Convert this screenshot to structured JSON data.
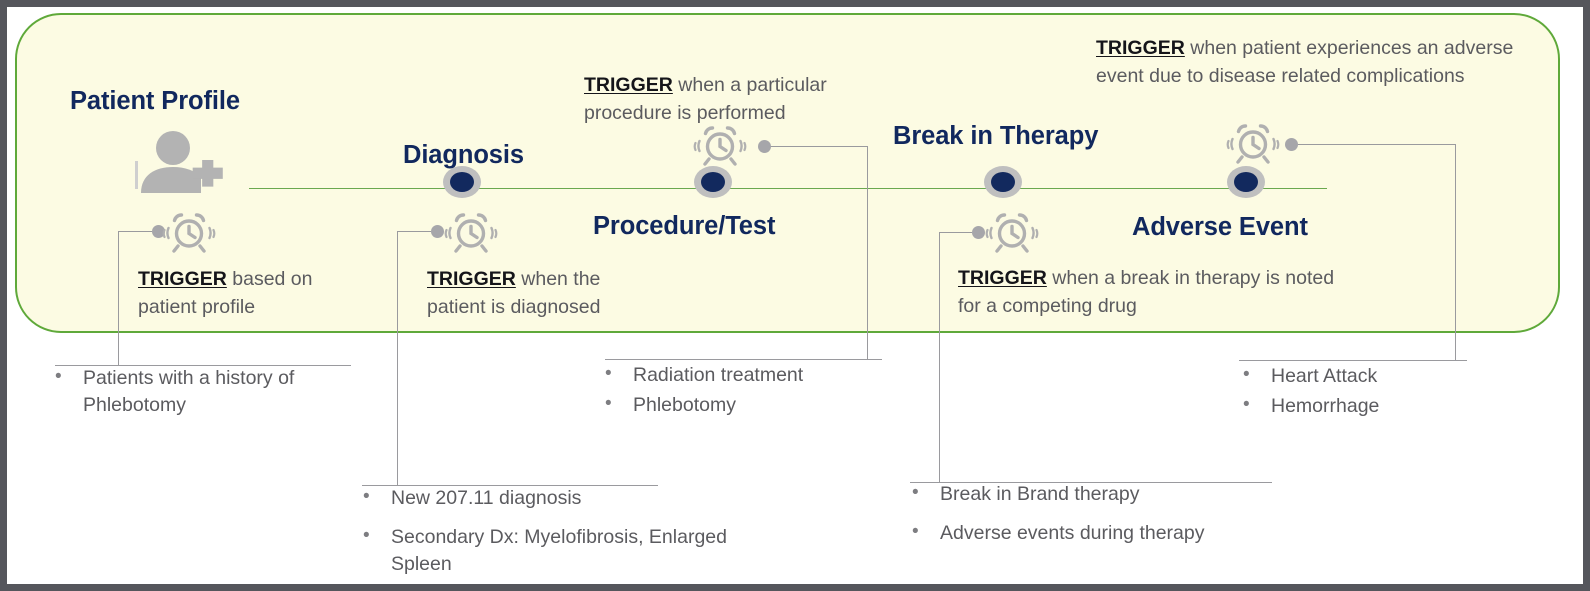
{
  "diagram": {
    "title": "Patient journey trigger timeline",
    "colors": {
      "panel_fill": "#fcfbe3",
      "panel_border": "#5fa93a",
      "axis_line": "#6aa84f",
      "milestone_navy": "#11285e",
      "node_ring": "#bfbfbf",
      "body_text": "#5b5b5f",
      "leader_line": "#9a9a9e",
      "frame": "#55565c"
    },
    "milestones": [
      {
        "id": "patient-profile",
        "label": "Patient Profile",
        "icon": "patient-profile-icon",
        "has_node": false,
        "trigger": {
          "emphasis": "TRIGGER",
          "rest": " based on patient profile"
        },
        "bullets": [
          "Patients with a history of Phlebotomy"
        ]
      },
      {
        "id": "diagnosis",
        "label": "Diagnosis",
        "icon": "alarm-clock-icon",
        "has_node": true,
        "trigger": {
          "emphasis": "TRIGGER",
          "rest": " when the patient is diagnosed"
        },
        "bullets": [
          "New 207.11 diagnosis",
          "Secondary Dx: Myelofibrosis, Enlarged Spleen"
        ]
      },
      {
        "id": "procedure-test",
        "label": "Procedure/Test",
        "icon": "alarm-clock-icon",
        "has_node": true,
        "trigger": {
          "emphasis": "TRIGGER",
          "rest": " when a particular procedure is performed"
        },
        "bullets": [
          "Radiation treatment",
          "Phlebotomy"
        ]
      },
      {
        "id": "break-in-therapy",
        "label": "Break in Therapy",
        "icon": "alarm-clock-icon",
        "has_node": true,
        "trigger": {
          "emphasis": "TRIGGER",
          "rest": " when a break in therapy is noted for a competing drug"
        },
        "bullets": [
          "Break in Brand therapy",
          "Adverse events during therapy"
        ]
      },
      {
        "id": "adverse-event",
        "label": "Adverse Event",
        "icon": "alarm-clock-icon",
        "has_node": true,
        "trigger": {
          "emphasis": "TRIGGER",
          "rest": " when patient experiences an adverse event due to disease related complications"
        },
        "bullets": [
          "Heart Attack",
          "Hemorrhage"
        ]
      }
    ],
    "text": {
      "label_patient_profile": "Patient Profile",
      "label_diagnosis": "Diagnosis",
      "label_procedure_test": "Procedure/Test",
      "label_break_in_therapy": "Break in Therapy",
      "label_adverse_event": "Adverse Event",
      "trigger_kw": "TRIGGER",
      "trigger_profile_rest": " based on patient profile",
      "trigger_diagnosis_rest": " when the patient is diagnosed",
      "trigger_procedure_rest": " when a particular procedure is performed",
      "trigger_break_rest": " when a break in therapy is noted for a competing drug",
      "trigger_adverse_rest": " when patient experiences an adverse event due to disease related complications",
      "b_profile_1": "Patients with a history of Phlebotomy",
      "b_diagnosis_1": "New 207.11 diagnosis",
      "b_diagnosis_2": "Secondary Dx: Myelofibrosis, Enlarged Spleen",
      "b_procedure_1": "Radiation treatment",
      "b_procedure_2": "Phlebotomy",
      "b_break_1": "Break in Brand therapy",
      "b_break_2": "Adverse events during therapy",
      "b_adverse_1": "Heart Attack",
      "b_adverse_2": "Hemorrhage"
    }
  }
}
